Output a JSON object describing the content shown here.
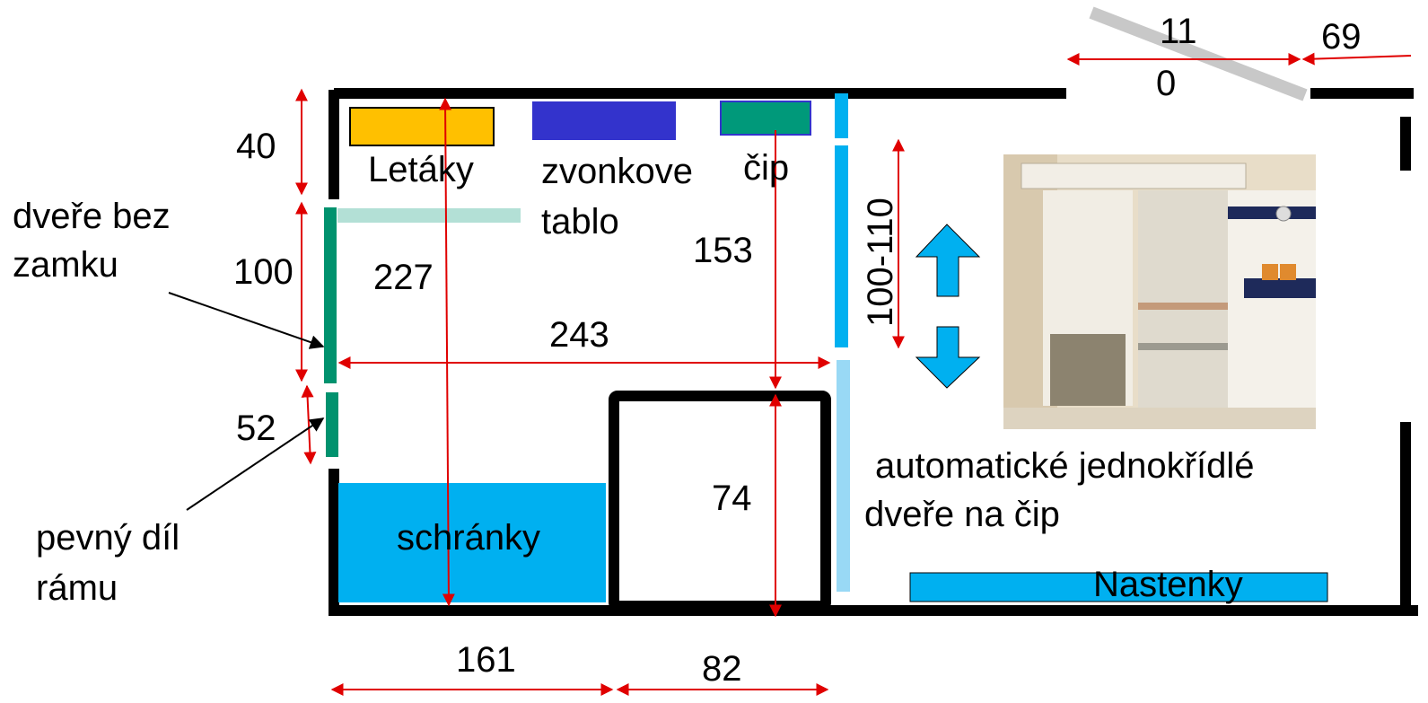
{
  "rooms": {
    "leaflets": "Letáky",
    "bell_panel_line1": "zvonkove",
    "bell_panel_line2": "tablo",
    "chip": "čip",
    "mailboxes": "schránky",
    "notice_boards": "Nastenky"
  },
  "annotations": {
    "door_no_lock_line1": "dveře bez",
    "door_no_lock_line2": "zamku",
    "fixed_frame_line1": "pevný díl",
    "fixed_frame_line2": "rámu",
    "auto_door_line1": "automatické jednokřídlé",
    "auto_door_line2": "dveře na čip"
  },
  "dimensions": {
    "d40": "40",
    "d100": "100",
    "d52": "52",
    "d227": "227",
    "d243": "243",
    "d153": "153",
    "d100_110": "100-110",
    "d74": "74",
    "d161": "161",
    "d82": "82",
    "d11": "11",
    "d0": "0",
    "d69": "69"
  },
  "colors": {
    "wall": "#000000",
    "dimension": "#e00000",
    "leaflets": "#ffc000",
    "bell_panel": "#3333cc",
    "chip": "#00997a",
    "door_green": "#00926e",
    "light_green": "#b3e0d6",
    "cyan": "#00b0f0",
    "light_cyan": "#99d9f5",
    "grey": "#c8c8c8"
  },
  "icons": {
    "up_arrow": "arrow-up-icon",
    "down_arrow": "arrow-down-icon"
  }
}
